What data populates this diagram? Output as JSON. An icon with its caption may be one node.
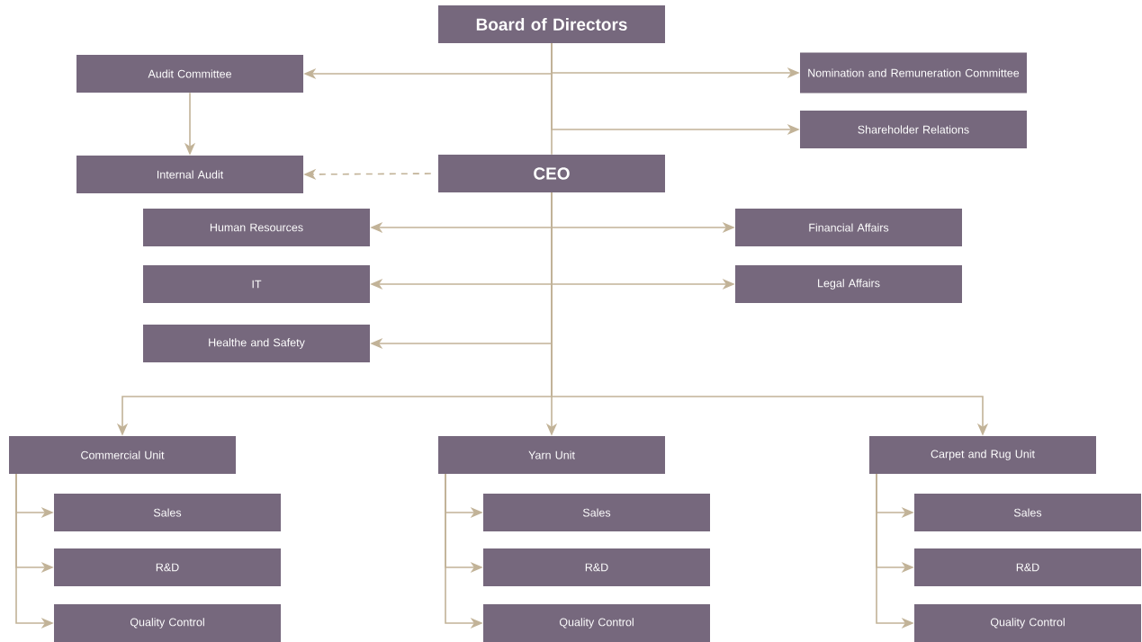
{
  "diagram": {
    "nodes": [
      {
        "text": [
          "Board of Directors"
        ]
      },
      {
        "text": [
          "Audit Committee"
        ]
      },
      {
        "text": [
          "Nomination and Remuneration Committee"
        ]
      },
      {
        "text": [
          "Shareholder Relations"
        ]
      },
      {
        "text": [
          "Internal Audit"
        ]
      },
      {
        "text": [
          "CEO"
        ]
      },
      {
        "text": [
          "Human Resources"
        ]
      },
      {
        "text": [
          "Financial Affairs"
        ]
      },
      {
        "text": [
          "IT"
        ]
      },
      {
        "text": [
          "Legal Affairs"
        ]
      },
      {
        "text": [
          "Healthe and Safety"
        ]
      },
      {
        "text": [
          "Commercial Unit"
        ]
      },
      {
        "text": [
          "Sales"
        ]
      },
      {
        "text": [
          "R&D"
        ]
      },
      {
        "text": [
          "Quality Control"
        ]
      },
      {
        "text": [
          "Yarn Unit"
        ]
      },
      {
        "text": [
          "Sales"
        ]
      },
      {
        "text": [
          "R&D"
        ]
      },
      {
        "text": [
          "Quality Control"
        ]
      },
      {
        "text": [
          "Carpet and Rug Unit"
        ]
      },
      {
        "text": [
          "Sales"
        ]
      },
      {
        "text": [
          "R&D"
        ]
      },
      {
        "text": [
          "Quality Control"
        ]
      }
    ],
    "edges": [
      {
        "from": 0,
        "to": 1,
        "arrow": "to"
      },
      {
        "from": 0,
        "to": 2,
        "arrow": "to"
      },
      {
        "from": 0,
        "to": 3,
        "arrow": "to"
      },
      {
        "from": 0,
        "to": 5,
        "arrow": "none"
      },
      {
        "from": 1,
        "to": 4,
        "arrow": "to"
      },
      {
        "from": 5,
        "to": 4,
        "arrow": "to",
        "style": "dashed"
      },
      {
        "from": 5,
        "to": 6,
        "arrow": "to"
      },
      {
        "from": 5,
        "to": 7,
        "arrow": "to"
      },
      {
        "from": 5,
        "to": 8,
        "arrow": "to"
      },
      {
        "from": 5,
        "to": 9,
        "arrow": "to"
      },
      {
        "from": 5,
        "to": 10,
        "arrow": "to"
      },
      {
        "from": 5,
        "to": 11,
        "arrow": "to"
      },
      {
        "from": 5,
        "to": 15,
        "arrow": "to"
      },
      {
        "from": 5,
        "to": 19,
        "arrow": "to"
      },
      {
        "from": 11,
        "to": 12,
        "arrow": "to"
      },
      {
        "from": 11,
        "to": 13,
        "arrow": "to"
      },
      {
        "from": 11,
        "to": 14,
        "arrow": "to"
      },
      {
        "from": 15,
        "to": 16,
        "arrow": "to"
      },
      {
        "from": 15,
        "to": 17,
        "arrow": "to"
      },
      {
        "from": 15,
        "to": 18,
        "arrow": "to"
      },
      {
        "from": 19,
        "to": 20,
        "arrow": "to"
      },
      {
        "from": 19,
        "to": 21,
        "arrow": "to"
      },
      {
        "from": 19,
        "to": 22,
        "arrow": "to"
      }
    ]
  }
}
